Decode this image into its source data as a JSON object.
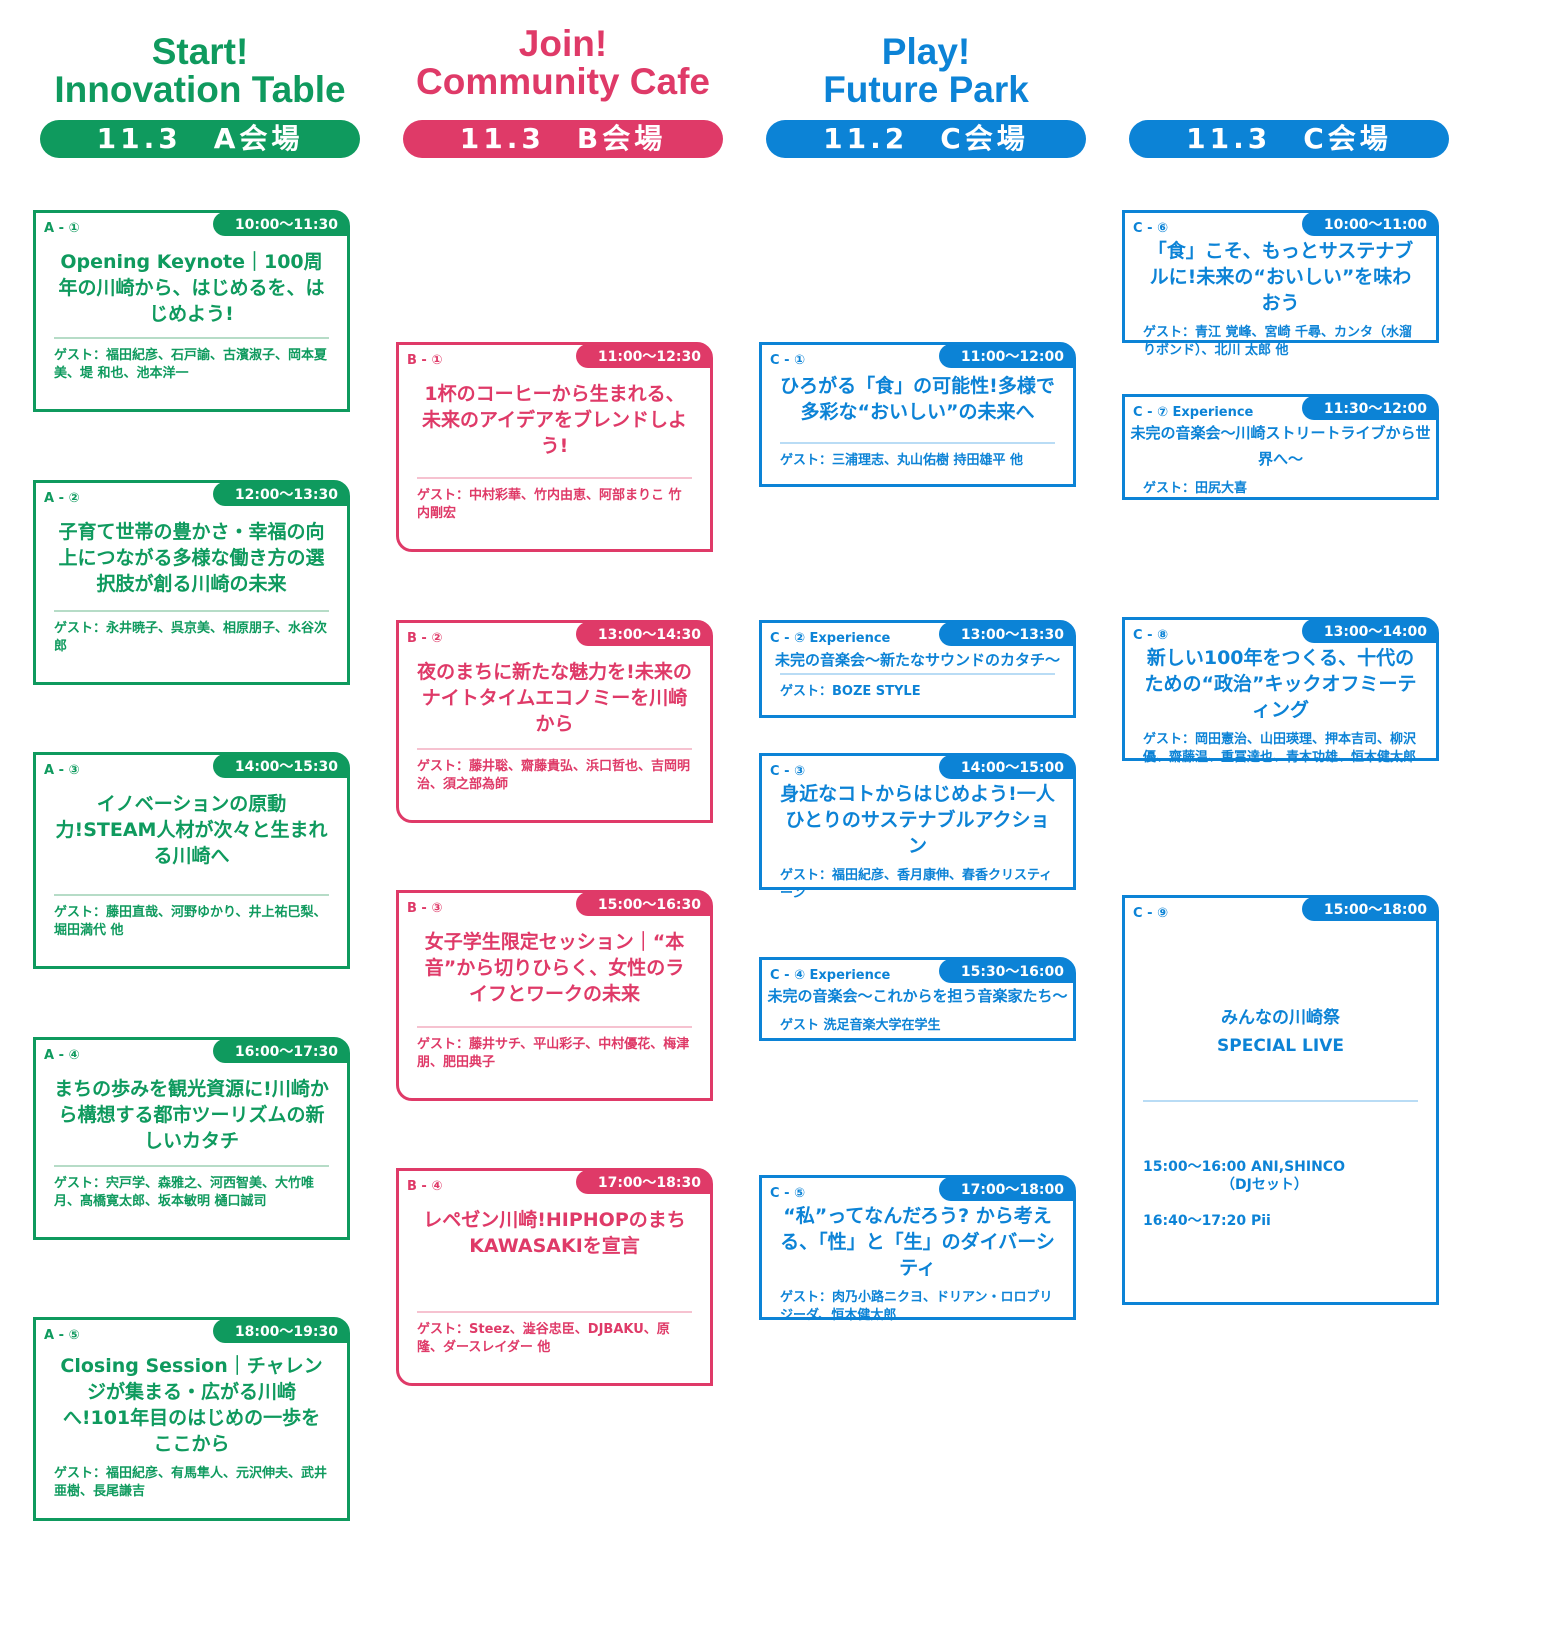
{
  "colors": {
    "green": "#0f9a5e",
    "pink": "#df3a68",
    "blue": "#0c83d6"
  },
  "columns": [
    {
      "title1": "Start!",
      "title2": "Innovation Table",
      "pill": "11.3　A会場"
    },
    {
      "title1": "Join!",
      "title2": "Community Cafe",
      "pill": "11.3　B会場"
    },
    {
      "title1": "Play!",
      "title2": "Future Park",
      "pill": "11.2　C会場"
    },
    {
      "pill": "11.3　C会場"
    }
  ],
  "sessions": {
    "A1": {
      "code": "A - ①",
      "time": "10:00〜11:30",
      "title": "Opening Keynote｜100周年の川崎から、はじめるを、はじめよう!",
      "guest": "ゲスト：福田紀彦、石戸諭、古濱淑子、岡本夏美、堤 和也、池本洋一"
    },
    "A2": {
      "code": "A - ②",
      "time": "12:00〜13:30",
      "title": "子育て世帯の豊かさ・幸福の向上につながる多様な働き方の選択肢が創る川崎の未来",
      "guest": "ゲスト：永井暁子、呉京美、相原朋子、水谷次郎"
    },
    "A3": {
      "code": "A - ③",
      "time": "14:00〜15:30",
      "title": "イノベーションの原動力!STEAM人材が次々と生まれる川崎へ",
      "guest": "ゲスト：藤田直哉、河野ゆかり、井上祐巳梨、堀田満代 他"
    },
    "A4": {
      "code": "A - ④",
      "time": "16:00〜17:30",
      "title": "まちの歩みを観光資源に!川崎から構想する都市ツーリズムの新しいカタチ",
      "guest": "ゲスト：宍戸学、森雅之、河西智美、大竹唯月、髙橋寛太郎、坂本敏明 樋口誠司"
    },
    "A5": {
      "code": "A - ⑤",
      "time": "18:00〜19:30",
      "title": "Closing Session｜チャレンジが集まる・広がる川崎へ!101年目のはじめの一歩をここから",
      "guest": "ゲスト：福田紀彦、有馬隼人、元沢伸夫、武井亜樹、長尾謙吉"
    },
    "B1": {
      "code": "B - ①",
      "time": "11:00〜12:30",
      "title": "1杯のコーヒーから生まれる、未来のアイデアをブレンドしよう!",
      "guest": "ゲスト：中村彩華、竹内由恵、阿部まりこ 竹内剛宏"
    },
    "B2": {
      "code": "B - ②",
      "time": "13:00〜14:30",
      "title": "夜のまちに新たな魅力を!未来のナイトタイムエコノミーを川崎から",
      "guest": "ゲスト：藤井聡、齋藤貴弘、浜口哲也、吉岡明治、須之部為師"
    },
    "B3": {
      "code": "B - ③",
      "time": "15:00〜16:30",
      "title": "女子学生限定セッション｜“本音”から切りひらく、女性のライフとワークの未来",
      "guest": "ゲスト：藤井サチ、平山彩子、中村優花、梅津朋、肥田典子"
    },
    "B4": {
      "code": "B - ④",
      "time": "17:00〜18:30",
      "title": "レペゼン川崎!HIPHOPのまちKAWASAKIを宣言",
      "guest": "ゲスト：Steez、澁谷忠臣、DJBAKU、原隆、ダースレイダー 他"
    },
    "C1": {
      "code": "C - ①",
      "time": "11:00〜12:00",
      "title": "ひろがる「食」の可能性!多様で多彩な“おいしい”の未来へ",
      "guest": "ゲスト：三浦理志、丸山佑樹 持田雄平 他"
    },
    "C2": {
      "code": "C - ② Experience",
      "time": "13:00〜13:30",
      "title": "未完の音楽会〜新たなサウンドのカタチ〜",
      "guest": "ゲスト：BOZE STYLE"
    },
    "C3": {
      "code": "C - ③",
      "time": "14:00〜15:00",
      "title": "身近なコトからはじめよう!一人ひとりのサステナブルアクション",
      "guest": "ゲスト：福田紀彦、香月康伸、春香クリスティーン"
    },
    "C4": {
      "code": "C - ④ Experience",
      "time": "15:30〜16:00",
      "title": "未完の音楽会〜これからを担う音楽家たち〜",
      "guest": "ゲスト 洗足音楽大学在学生"
    },
    "C5": {
      "code": "C - ⑤",
      "time": "17:00〜18:00",
      "title": "“私”ってなんだろう? から考える、「性」と「生」のダイバーシティ",
      "guest": "ゲスト：肉乃小路ニクヨ、ドリアン・ロロブリジーダ、恒木健太郎"
    },
    "C6": {
      "code": "C - ⑥",
      "time": "10:00〜11:00",
      "title": "「食」こそ、もっとサステナブルに!未来の“おいしい”を味わおう",
      "guest": "ゲスト：青江 覚峰、宮崎 千尋、カンタ（水溜りボンド）、北川 太郎 他"
    },
    "C7": {
      "code": "C - ⑦ Experience",
      "time": "11:30〜12:00",
      "title": "未完の音楽会〜川崎ストリートライブから世界へ〜",
      "guest": "ゲスト：田尻大喜"
    },
    "C8": {
      "code": "C - ⑧",
      "time": "13:00〜14:00",
      "title": "新しい100年をつくる、十代のための“政治”キックオフミーティング",
      "guest": "ゲスト：岡田憲治、山田瑛理、押本吉司、柳沢優、齋藤温、重冨達也、青木功雄、恒木健太郎"
    },
    "C9": {
      "code": "C - ⑨",
      "time": "15:00〜18:00",
      "title1": "みんなの川崎祭",
      "title2": "SPECIAL LIVE",
      "line1": "15:00〜16:00 ANI,SHINCO\n                （DJセット）",
      "line2": "16:40〜17:20 Pii"
    }
  }
}
